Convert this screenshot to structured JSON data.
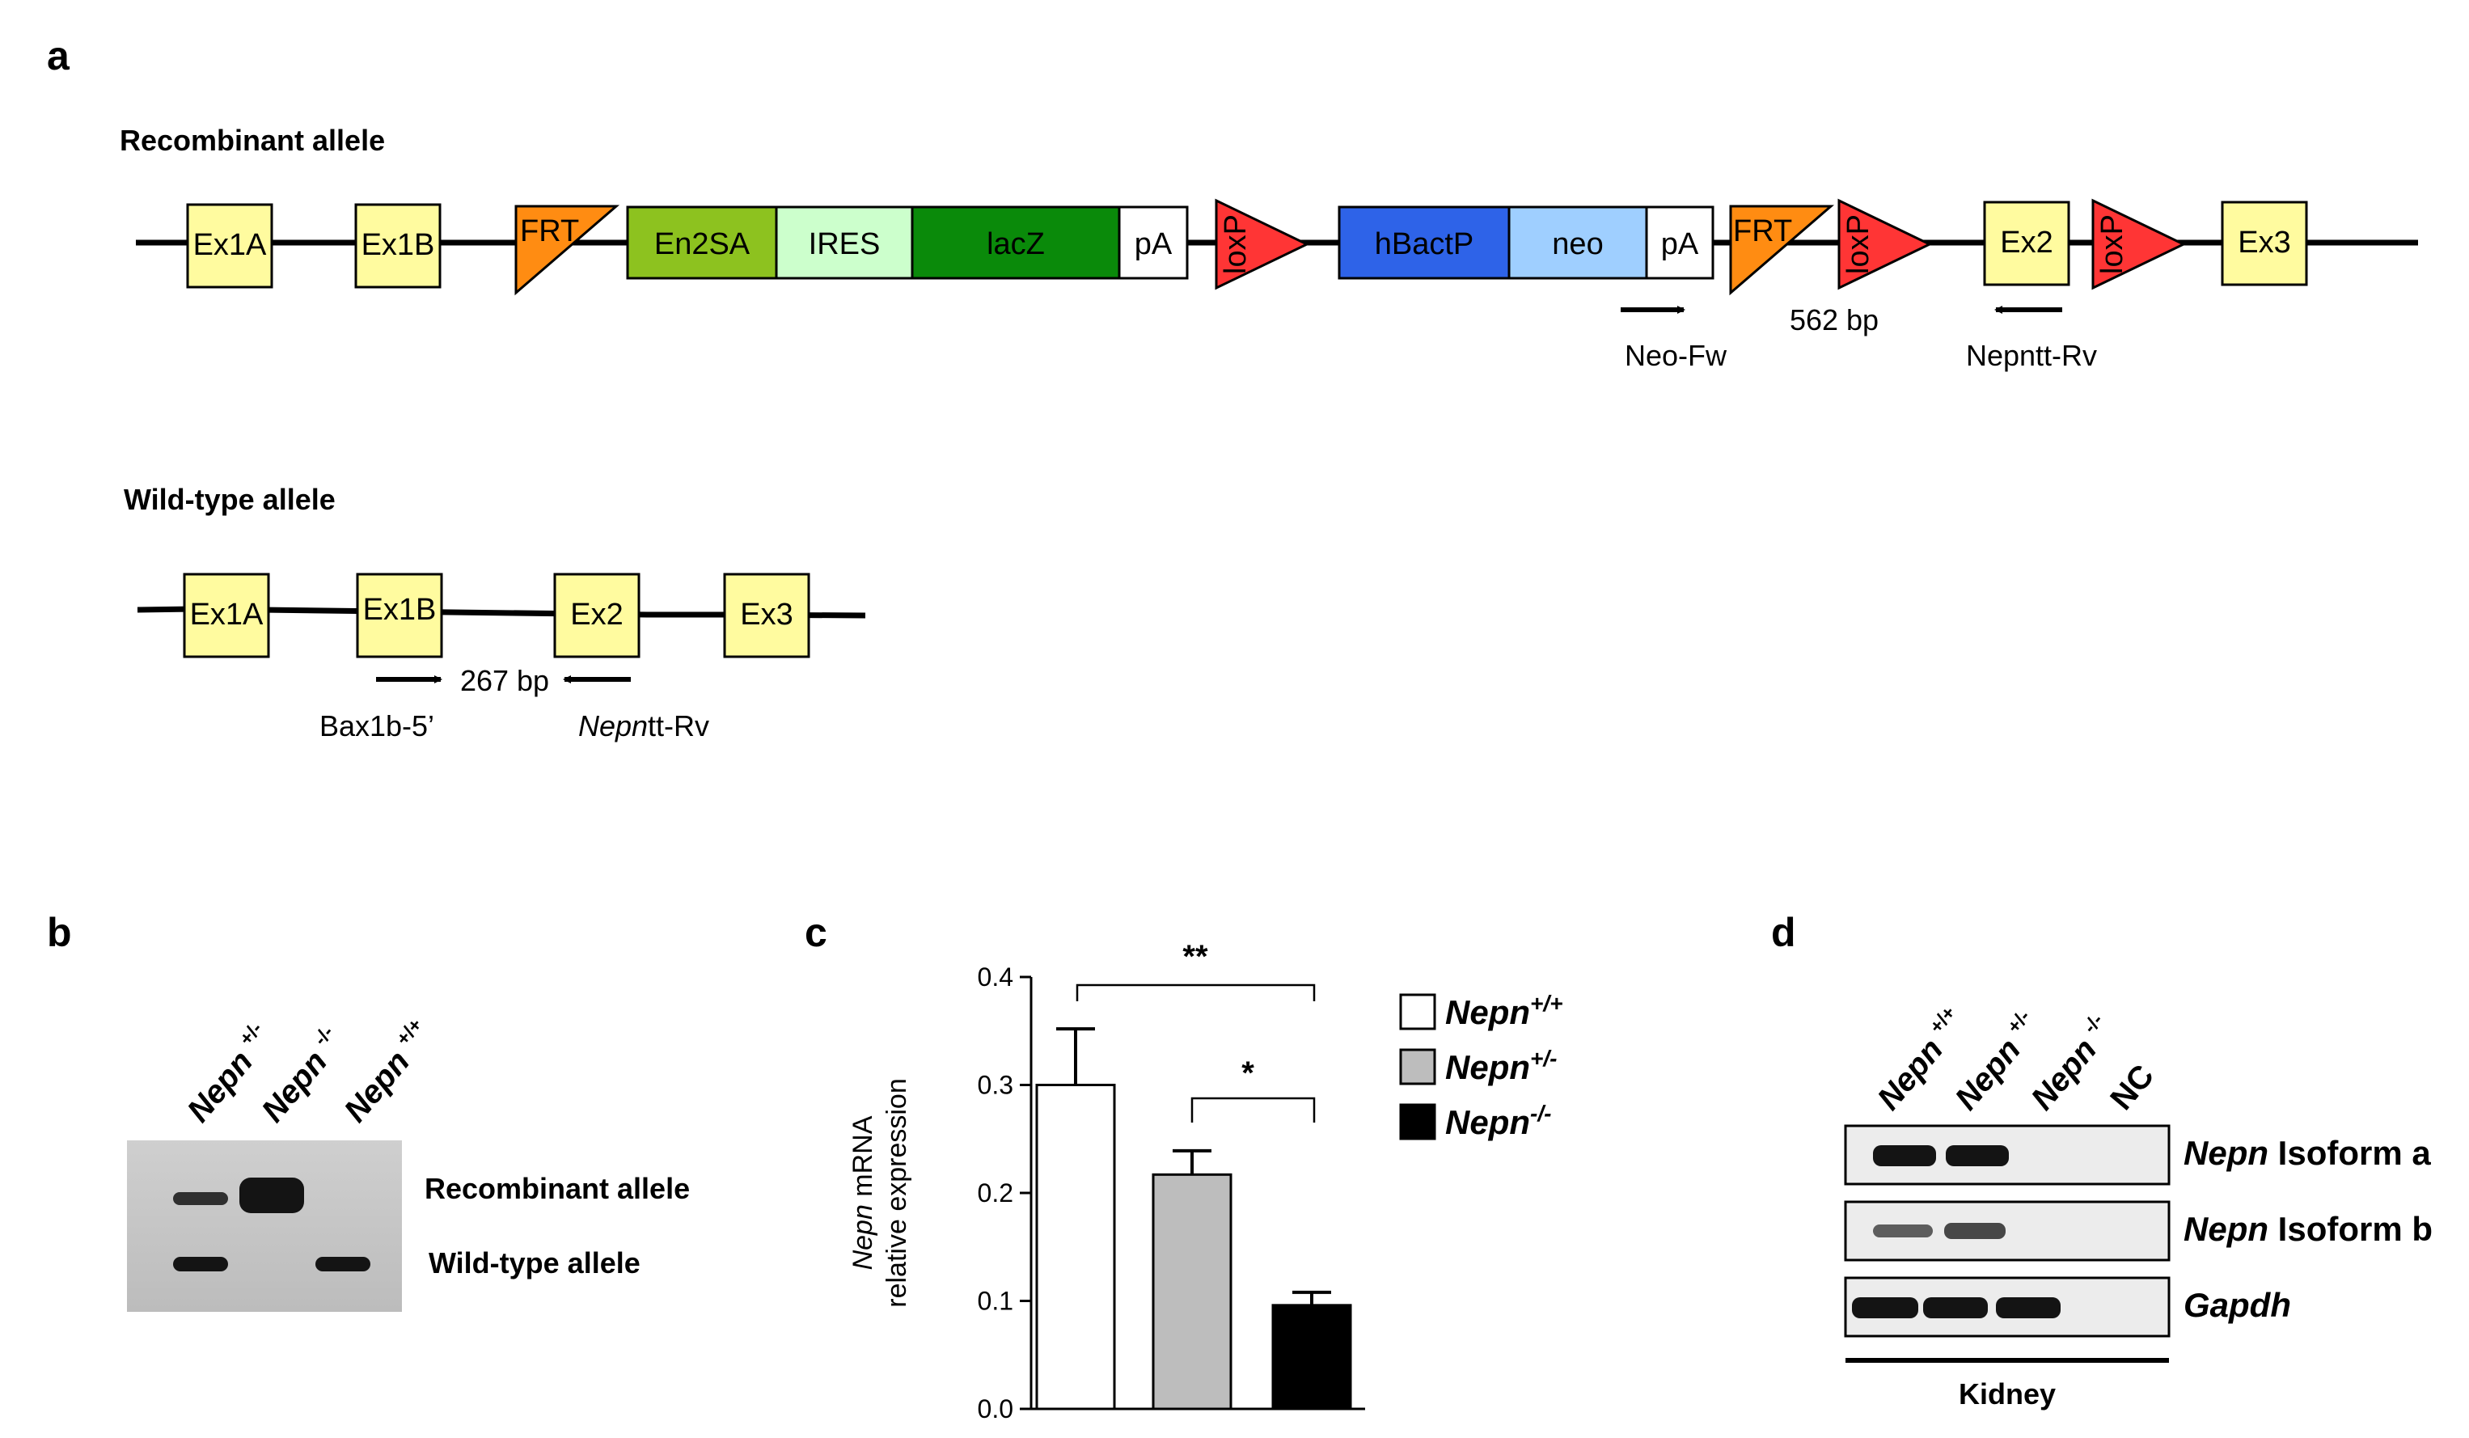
{
  "panels": {
    "a": "a",
    "b": "b",
    "c": "c",
    "d": "d"
  },
  "recombinant": {
    "title": "Recombinant allele",
    "ex1a": "Ex1A",
    "ex1b": "Ex1B",
    "frt": "FRT",
    "en2sa": "En2SA",
    "ires": "IRES",
    "lacz": "lacZ",
    "pa": "pA",
    "loxp": "loxP",
    "hbactp": "hBactP",
    "neo": "neo",
    "ex2": "Ex2",
    "ex3": "Ex3",
    "primer_fw": "Neo-Fw",
    "product": "562 bp",
    "primer_rv": "Nepntt-Rv"
  },
  "wildtype": {
    "title": "Wild-type allele",
    "ex1a": "Ex1A",
    "ex1b": "Ex1B",
    "ex2": "Ex2",
    "ex3": "Ex3",
    "product": "267 bp",
    "primer_fw": "Bax1b-5’",
    "primer_rv_italic": "Nepn",
    "primer_rv_rest": "tt-Rv"
  },
  "panel_b": {
    "gene": "Nepn",
    "lanes": [
      "+/-",
      "-/-",
      "+/+"
    ],
    "band_labels": [
      "Recombinant allele",
      "Wild-type allele"
    ]
  },
  "chart_data": {
    "type": "bar",
    "categories": [
      "Nepn+/+",
      "Nepn+/-",
      "Nepn-/-"
    ],
    "values": [
      0.3,
      0.217,
      0.096
    ],
    "errors": [
      0.052,
      0.022,
      0.012
    ],
    "ylabel_italic": "Nepn",
    "ylabel_rest": " mRNA",
    "ylabel_line2": "relative expression",
    "ylim": [
      0,
      0.4
    ],
    "yticks": [
      "0.0",
      "0.1",
      "0.2",
      "0.3",
      "0.4"
    ],
    "significance": [
      {
        "between": [
          "Nepn+/+",
          "Nepn-/-"
        ],
        "label": "**"
      },
      {
        "between": [
          "Nepn+/-",
          "Nepn-/-"
        ],
        "label": "*"
      }
    ],
    "legend": [
      {
        "gene": "Nepn",
        "sup": "+/+",
        "color": "#ffffff"
      },
      {
        "gene": "Nepn",
        "sup": "+/-",
        "color": "#bdbdbd"
      },
      {
        "gene": "Nepn",
        "sup": "-/-",
        "color": "#000000"
      }
    ]
  },
  "panel_d": {
    "gene": "Nepn",
    "lanes": [
      "+/+",
      "+/-",
      "-/-"
    ],
    "nc": "NC",
    "isoform_a_gene": "Nepn",
    "isoform_a": " Isoform a",
    "isoform_b_gene": "Nepn",
    "isoform_b": " Isoform b",
    "gapdh": "Gapdh",
    "tissue": "Kidney"
  },
  "colors": {
    "exon": "#fffb9f",
    "frt": "#ff8c12",
    "en2sa": "#8dc21f",
    "ires": "#ccffcc",
    "lacz": "#0a8a0a",
    "loxp": "#ff3535",
    "hbactp": "#2e63e8",
    "neo": "#9fcfff"
  }
}
